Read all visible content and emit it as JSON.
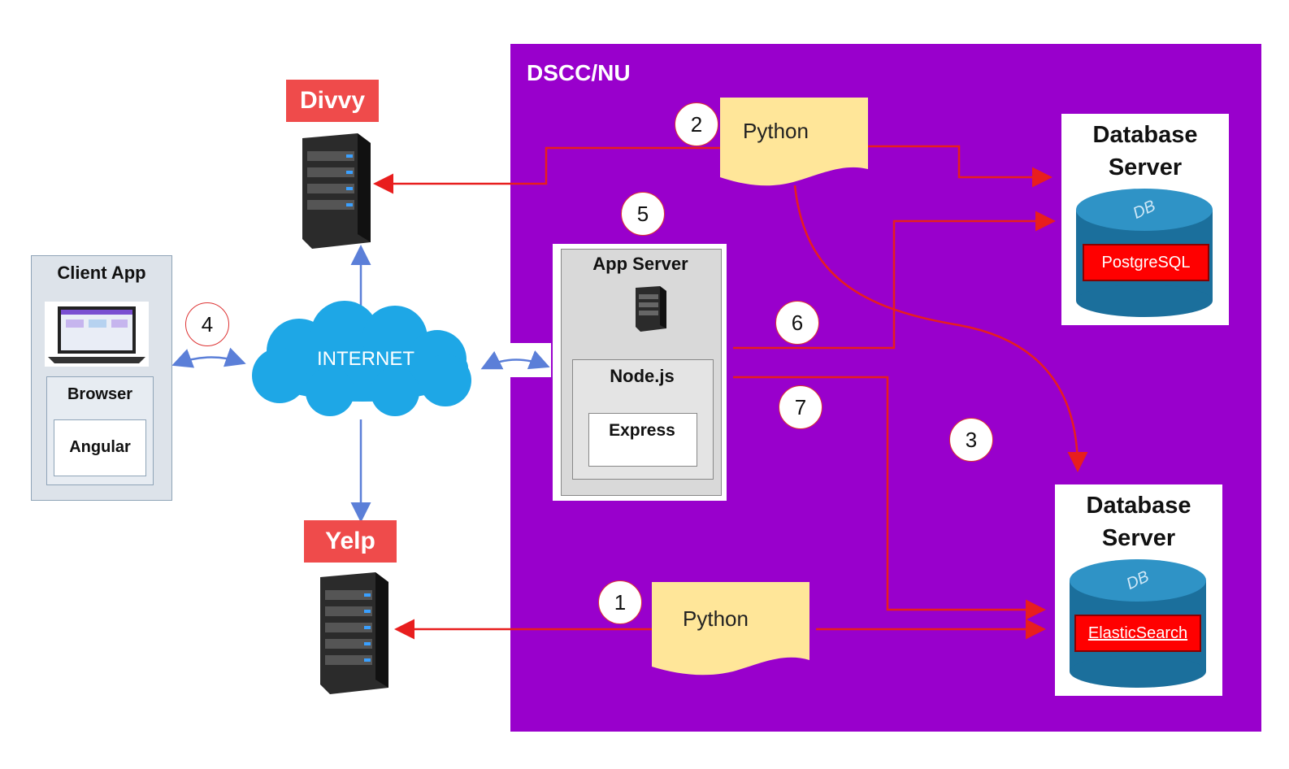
{
  "region": {
    "label": "DSCC/NU"
  },
  "external": {
    "divvy": {
      "label": "Divvy"
    },
    "yelp": {
      "label": "Yelp"
    }
  },
  "client": {
    "title": "Client App",
    "browser": "Browser",
    "framework": "Angular"
  },
  "internet": {
    "label": "INTERNET"
  },
  "app_server": {
    "title": "App Server",
    "runtime": "Node.js",
    "framework": "Express"
  },
  "python_top": {
    "label": "Python"
  },
  "python_bottom": {
    "label": "Python"
  },
  "db_top": {
    "title_line1": "Database",
    "title_line2": "Server",
    "tag": "PostgreSQL",
    "cylinder_text": "DB"
  },
  "db_bottom": {
    "title_line1": "Database",
    "title_line2": "Server",
    "tag": "ElasticSearch",
    "cylinder_text": "DB"
  },
  "steps": {
    "s1": "1",
    "s2": "2",
    "s3": "3",
    "s4": "4",
    "s5": "5",
    "s6": "6",
    "s7": "7"
  },
  "colors": {
    "region": "#9900cc",
    "arrow": "#e81e1e",
    "internet_link": "#5b7fd8",
    "cloud": "#1ea7e6",
    "label_red": "#ef4b4b"
  }
}
